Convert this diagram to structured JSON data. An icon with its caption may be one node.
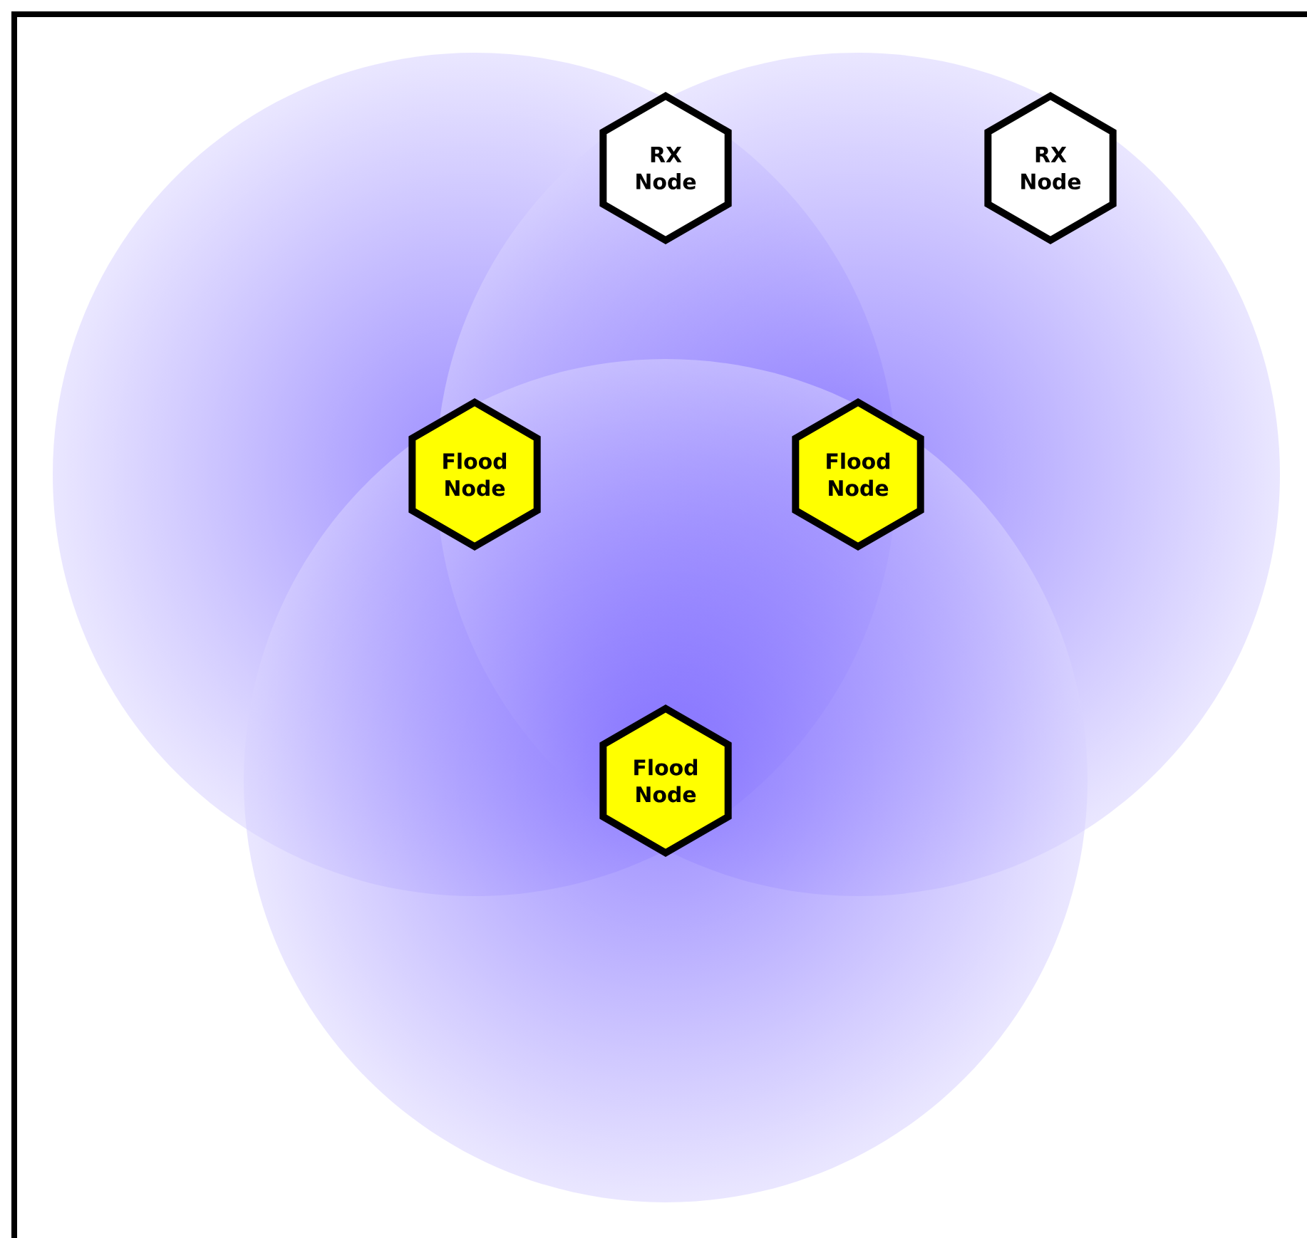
{
  "diagram": {
    "nodes": [
      {
        "text": [
          "RX Node"
        ]
      },
      {
        "text": [
          "RX Node"
        ]
      },
      {
        "text": [
          "Flood Node"
        ]
      },
      {
        "text": [
          "Flood Node"
        ]
      },
      {
        "text": [
          "Flood Node"
        ]
      }
    ]
  }
}
